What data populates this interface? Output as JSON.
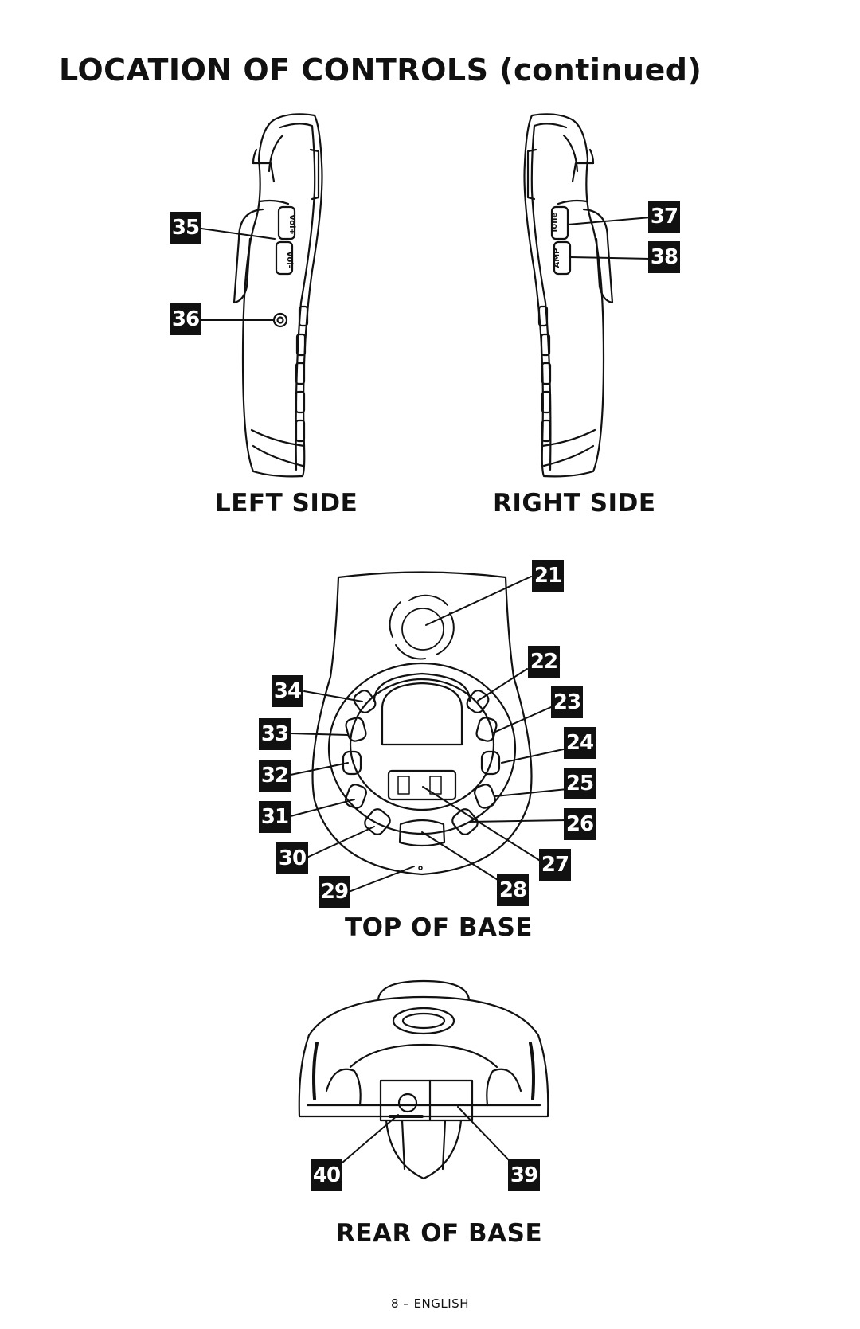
{
  "page": {
    "title": "LOCATION OF CONTROLS (continued)",
    "footer": "8 – ENGLISH"
  },
  "captions": {
    "left_side": "LEFT SIDE",
    "right_side": "RIGHT SIDE",
    "top_of_base": "TOP OF BASE",
    "rear_of_base": "REAR OF BASE"
  },
  "handset_labels": {
    "vol_up": "Vol+",
    "vol_down": "Vol-",
    "tone": "Tone",
    "amp": "AMP"
  },
  "callouts": {
    "c21": "21",
    "c22": "22",
    "c23": "23",
    "c24": "24",
    "c25": "25",
    "c26": "26",
    "c27": "27",
    "c28": "28",
    "c29": "29",
    "c30": "30",
    "c31": "31",
    "c32": "32",
    "c33": "33",
    "c34": "34",
    "c35": "35",
    "c36": "36",
    "c37": "37",
    "c38": "38",
    "c39": "39",
    "c40": "40"
  }
}
